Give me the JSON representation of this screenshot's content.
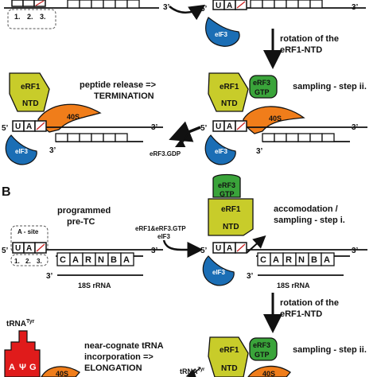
{
  "panel_b_label": "B",
  "prime5": "5’",
  "prime3": "3’",
  "codon_top": [
    "U",
    "A"
  ],
  "codon_numbers": [
    "1.",
    "2.",
    "3."
  ],
  "a_site_label": "A - site",
  "mrna_letters": [
    "C",
    "A",
    "R",
    "N",
    "B",
    "A"
  ],
  "rrna_label": "18S rRNA",
  "erf1": "eRF1",
  "ntd": "NTD",
  "erf3": "eRF3",
  "gtp": "GTP",
  "eif3": "eIF3",
  "s40": "40S",
  "rotation_line1": "rotation of the",
  "rotation_line2": "eRF1-NTD",
  "sampling_ii": "sampling - step ii.",
  "sampling_i_line1": "accomodation /",
  "sampling_i_line2": "sampling - step i.",
  "peptide_line1": "peptide release =>",
  "peptide_line2": "TERMINATION",
  "erf3_gdp": "eRF3.GDP",
  "programmed_line1": "programmed",
  "programmed_line2": "pre-TC",
  "factors_line1": "eRF1&eRF3.GTP",
  "factors_line2": "eIF3",
  "trna_base": "tRNA",
  "trna_sup": "Tyr",
  "anticodon": [
    "A",
    "Ψ",
    "G"
  ],
  "near_cognate_line1": "near-cognate tRNA",
  "near_cognate_line2": "incorporation =>",
  "near_cognate_line3": "ELONGATION",
  "colors": {
    "erf1": "#c8cc2a",
    "erf3": "#3aa43a",
    "ribosome_40s": "#f07d1a",
    "eif3": "#1b6eb5",
    "trna": "#e01b1b",
    "stop_slash": "#cc2222"
  }
}
